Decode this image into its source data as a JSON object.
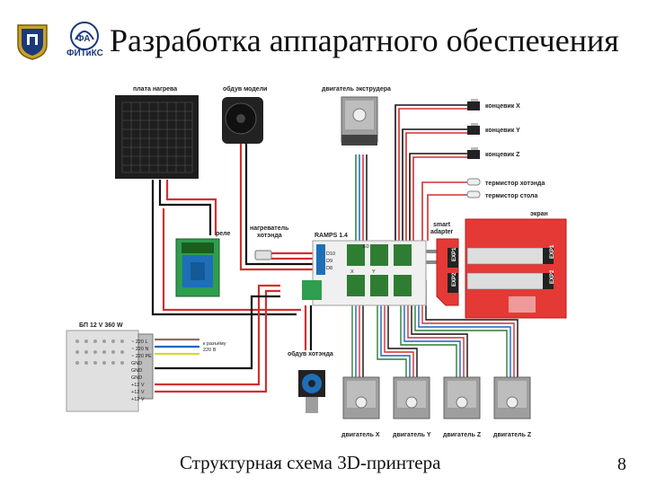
{
  "header": {
    "title": "Разработка аппаратного обеспечения",
    "logo_text": "ФИТиКС"
  },
  "diagram": {
    "labels": {
      "heat_bed": "плата нагрева",
      "model_fan": "обдув модели",
      "extruder_motor": "двигатель экструдера",
      "endstop_x": "концевик X",
      "endstop_y": "концевик Y",
      "endstop_z": "концевик Z",
      "therm_hotend": "термистор хотэнда",
      "therm_bed": "термистор стола",
      "relay": "реле",
      "hotend_heater": "нагреватель\nхотэнда",
      "ramps": "RAMPS 1.4",
      "smart_adapter": "smart\nadapter",
      "display": "экран",
      "exp1": "EXP1",
      "exp2": "EXP2",
      "psu": "БП 12 V 360 W",
      "psu_pins": [
        "~ 220 L",
        "~ 220 N",
        "~ 220 PE",
        "GND",
        "GND",
        "GND",
        "+12 V",
        "+12 V",
        "+12 V"
      ],
      "mains": "к разъёму\n220 В",
      "hotend_fan": "обдув хотэнда",
      "motor_x": "двигатель X",
      "motor_y": "двигатель Y",
      "motor_z1": "двигатель Z",
      "motor_z2": "двигатель Z",
      "ramps_pins": [
        "D10",
        "D9",
        "D8",
        "E0",
        "X",
        "Y"
      ]
    }
  },
  "footer": {
    "caption": "Структурная схема 3D-принтера",
    "page": "8"
  },
  "colors": {
    "red_board": "#e53935",
    "wire_red": "#d32f2f",
    "wire_black": "#111111",
    "relay_green": "#2e9e4f",
    "ramps_blue": "#1e6fb8"
  }
}
